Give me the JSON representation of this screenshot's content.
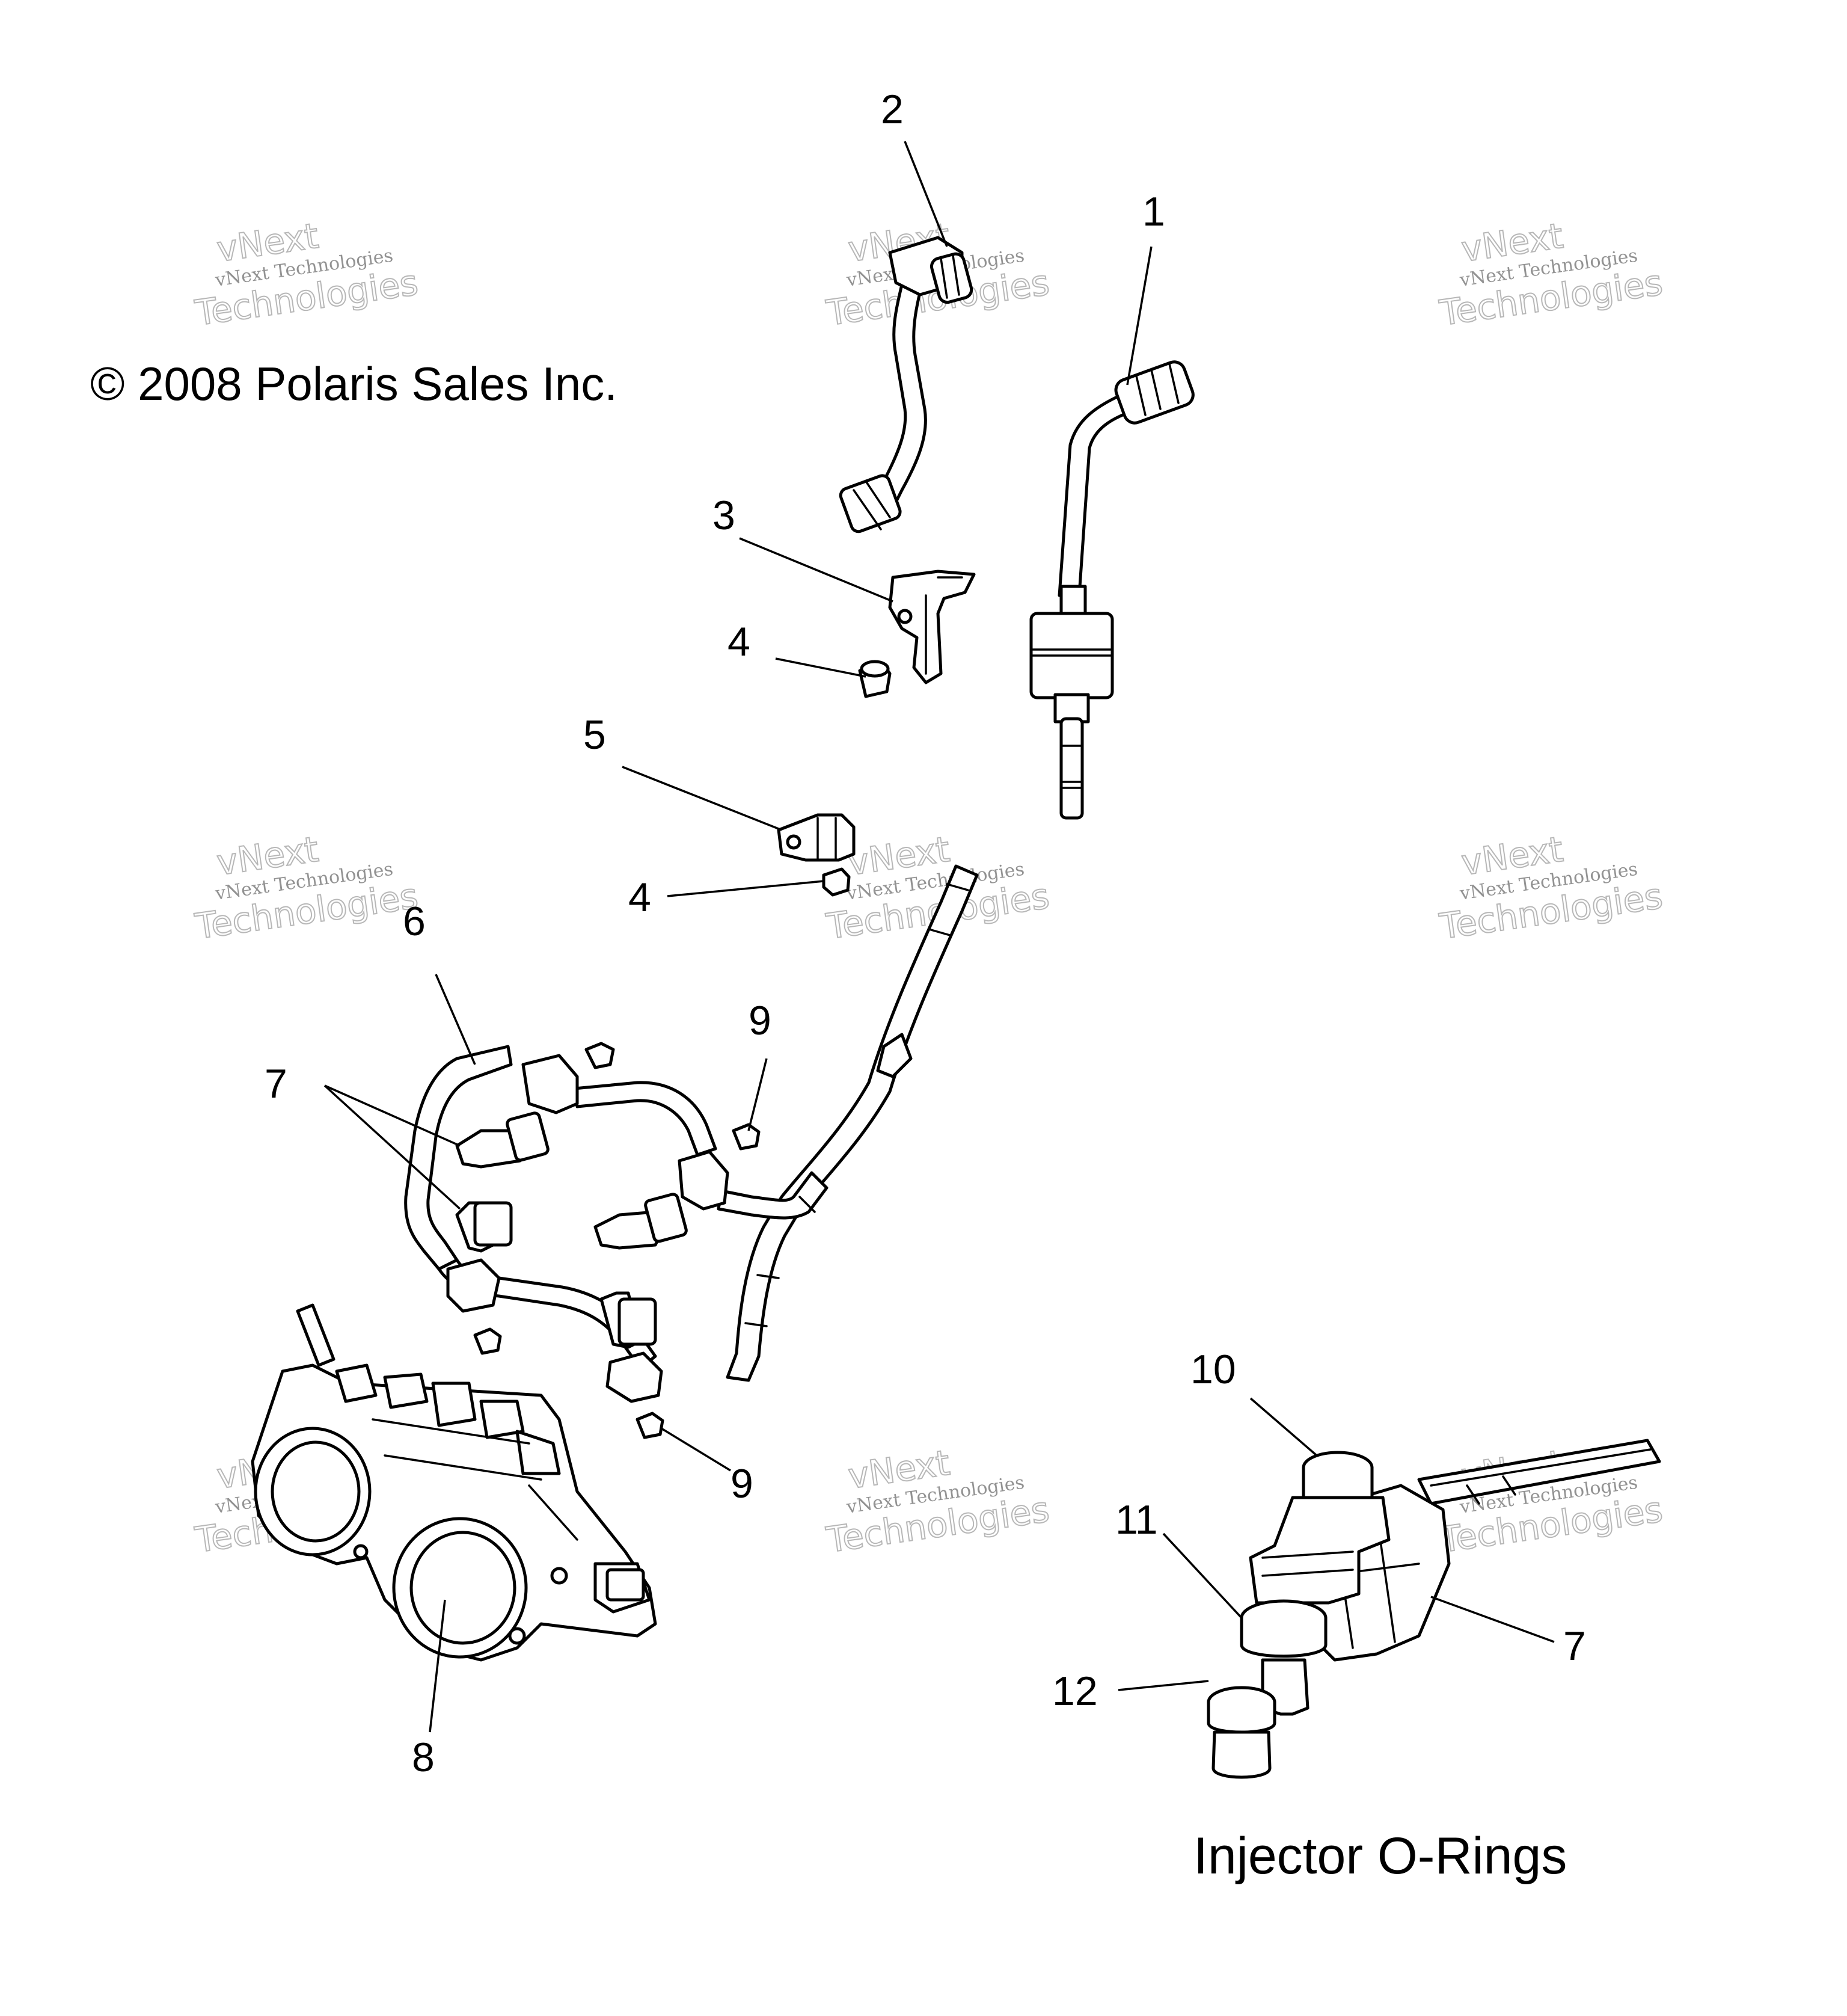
{
  "copyright": "© 2008 Polaris Sales Inc.",
  "caption": "Injector O-Rings",
  "watermark": {
    "line1": "vNext",
    "line2": "vNext Technologies",
    "line3": "Technologies"
  },
  "callouts": [
    "1",
    "2",
    "3",
    "4",
    "4",
    "5",
    "6",
    "7",
    "7",
    "8",
    "9",
    "9",
    "10",
    "11",
    "12"
  ]
}
